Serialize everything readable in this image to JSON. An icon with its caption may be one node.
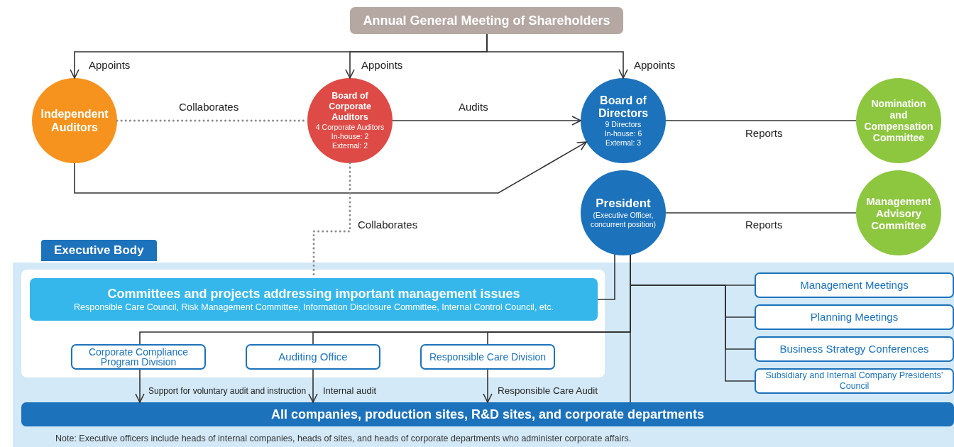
{
  "diagram": {
    "nodes": [
      {
        "text": [
          "Annual General Meeting of Shareholders"
        ]
      },
      {
        "text": [
          "Independent Auditors"
        ]
      },
      {
        "text": [
          "Board of Corporate Auditors",
          "4 Corporate Auditors",
          "In-house: 2",
          "External: 2"
        ]
      },
      {
        "text": [
          "Board of Directors",
          "9 Directors",
          "In-house: 6",
          "External: 3"
        ]
      },
      {
        "text": [
          "Nomination and Compensation Committee"
        ]
      },
      {
        "text": [
          "President",
          "(Executive Officer, concurrent position)"
        ]
      },
      {
        "text": [
          "Management Advisory Committee"
        ]
      },
      {
        "text": [
          "Executive Body"
        ]
      },
      {
        "text": [
          "Committees and projects addressing important management issues",
          "Responsible Care Council, Risk Management Committee, Information Disclosure Committee, Internal Control Council, etc."
        ],
        "in": 7
      },
      {
        "text": [
          "Corporate Compliance Program Division"
        ],
        "in": 7
      },
      {
        "text": [
          "Auditing Office"
        ],
        "in": 7
      },
      {
        "text": [
          "Responsible Care Division"
        ],
        "in": 7
      },
      {
        "text": [
          "Management Meetings"
        ],
        "in": 7
      },
      {
        "text": [
          "Planning Meetings"
        ],
        "in": 7
      },
      {
        "text": [
          "Business Strategy Conferences"
        ],
        "in": 7
      },
      {
        "text": [
          "Subsidiary and Internal Company Presidents’ Council"
        ],
        "in": 7
      },
      {
        "text": [
          "All companies, production sites, R&D sites, and corporate departments"
        ],
        "in": 7
      }
    ],
    "edges": [
      {
        "from": 0,
        "to": 1,
        "arrow": "to",
        "label": "Appoints"
      },
      {
        "from": 0,
        "to": 2,
        "arrow": "to",
        "label": "Appoints"
      },
      {
        "from": 0,
        "to": 3,
        "arrow": "to",
        "label": "Appoints"
      },
      {
        "from": 1,
        "to": 2,
        "arrow": "none",
        "label": "Collaborates",
        "style": "dashed",
        "color": "#8c8c8c"
      },
      {
        "from": 2,
        "to": 3,
        "arrow": "to",
        "label": "Audits"
      },
      {
        "from": 1,
        "to": 3,
        "arrow": "to"
      },
      {
        "from": 3,
        "to": 4,
        "arrow": "none",
        "label": "Reports"
      },
      {
        "from": 5,
        "to": 6,
        "arrow": "none",
        "label": "Reports"
      },
      {
        "from": 2,
        "to": 8,
        "arrow": "none",
        "label": "Collaborates",
        "style": "dashed",
        "color": "#8c8c8c"
      },
      {
        "from": 5,
        "to": 8,
        "arrow": "none"
      },
      {
        "from": 5,
        "to": 12,
        "arrow": "none"
      },
      {
        "from": 5,
        "to": 13,
        "arrow": "none"
      },
      {
        "from": 5,
        "to": 14,
        "arrow": "none"
      },
      {
        "from": 5,
        "to": 15,
        "arrow": "none"
      },
      {
        "from": 5,
        "to": 9,
        "arrow": "none"
      },
      {
        "from": 5,
        "to": 10,
        "arrow": "none"
      },
      {
        "from": 5,
        "to": 11,
        "arrow": "none"
      },
      {
        "from": 5,
        "to": 16,
        "arrow": "none"
      },
      {
        "from": 9,
        "to": 16,
        "arrow": "to",
        "label": "Support for voluntary audit and instruction"
      },
      {
        "from": 10,
        "to": 16,
        "arrow": "to",
        "label": "Internal audit"
      },
      {
        "from": 11,
        "to": 16,
        "arrow": "to",
        "label": "Responsible Care Audit"
      }
    ],
    "labels": [
      "Note: Executive officers include heads of internal companies, heads of sites, and heads of corporate departments who administer corporate affairs."
    ]
  }
}
